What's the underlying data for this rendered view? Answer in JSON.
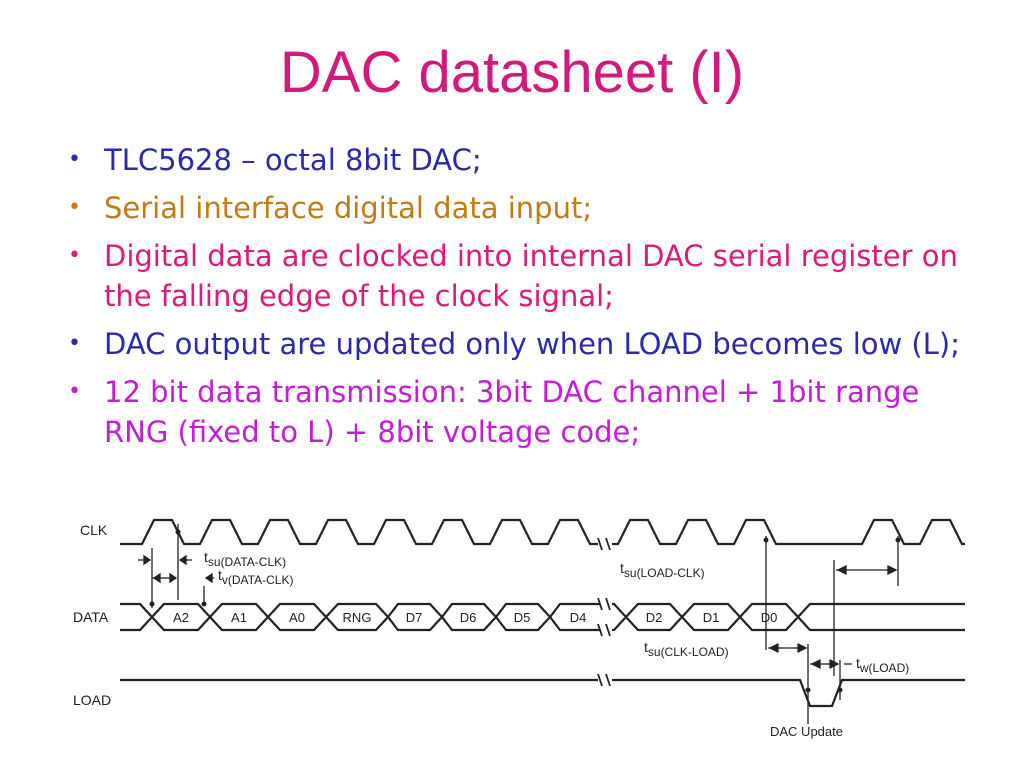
{
  "title": "DAC datasheet (I)",
  "bullets": [
    {
      "text": "TLC5628 – octal 8bit DAC;",
      "color": "#2a2ab0"
    },
    {
      "text": "Serial interface digital data input;",
      "color": "#c87a10"
    },
    {
      "text": "Digital data are clocked into internal DAC serial register on the falling edge of the clock signal;",
      "color": "#e0187a"
    },
    {
      "text": "DAC output are updated only when LOAD becomes low (L);",
      "color": "#2a2ab0"
    },
    {
      "text": "12 bit data transmission: 3bit DAC channel + 1bit range RNG (fixed to L) + 8bit voltage code;",
      "color": "#c81ad8"
    }
  ],
  "bullet_glyph": "•",
  "timing": {
    "signals": {
      "clk": "CLK",
      "data": "DATA",
      "load": "LOAD"
    },
    "data_bits": [
      "A2",
      "A1",
      "A0",
      "RNG",
      "D7",
      "D6",
      "D5",
      "D4",
      "D2",
      "D1",
      "D0"
    ],
    "labels": {
      "t_su_data_clk": {
        "main": "t",
        "sub": "su(DATA-CLK)"
      },
      "t_v_data_clk": {
        "main": "t",
        "sub": "v(DATA-CLK)"
      },
      "t_su_load_clk": {
        "main": "t",
        "sub": "su(LOAD-CLK)"
      },
      "t_su_clk_load": {
        "main": "t",
        "sub": "su(CLK-LOAD)"
      },
      "t_w_load": {
        "main": "t",
        "sub": "w(LOAD)"
      },
      "dac_update": "DAC Update"
    }
  }
}
